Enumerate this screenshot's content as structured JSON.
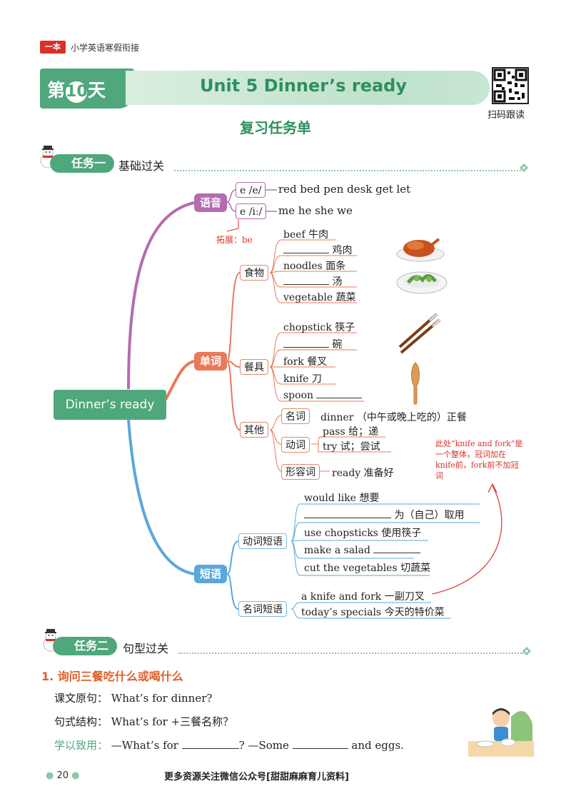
{
  "header": {
    "brand": "一本",
    "subtitle": "小学英语寒假衔接",
    "day_prefix": "第",
    "day_number": "10",
    "day_suffix": "天",
    "unit_title": "Unit 5 Dinner’s ready",
    "qr_caption": "扫码跟读"
  },
  "section_title": "复习任务单",
  "task1": {
    "label": "任务一",
    "title": "基础过关"
  },
  "mindmap": {
    "center": "Dinner’s ready",
    "phonics": {
      "label": "语音",
      "items": [
        {
          "sound": "e /e/",
          "words": "red  bed  pen  desk  get  let"
        },
        {
          "sound": "e /iː/",
          "words": "me  he  she  we"
        }
      ],
      "extension": "拓展：be"
    },
    "words": {
      "label": "单词",
      "food": {
        "label": "食物",
        "items": [
          "beef 牛肉",
          "鸡肉",
          "noodles 面条",
          "汤",
          "vegetable 蔬菜"
        ]
      },
      "tableware": {
        "label": "餐具",
        "items": [
          "chopstick 筷子",
          "碗",
          "fork 餐叉",
          "knife 刀",
          "spoon"
        ]
      },
      "other": {
        "label": "其他",
        "noun_label": "名词",
        "noun": "dinner （中午或晚上吃的）正餐",
        "verb_label": "动词",
        "verbs": [
          "pass 给；递",
          "try 试；尝试"
        ],
        "adj_label": "形容词",
        "adj": "ready 准备好"
      }
    },
    "phrases": {
      "label": "短语",
      "verb_label": "动词短语",
      "verb_items": [
        "would like 想要",
        "为（自己）取用",
        "use chopsticks 使用筷子",
        "make a salad",
        "cut the vegetables 切蔬菜"
      ],
      "noun_label": "名词短语",
      "noun_items": [
        "a knife and fork 一副刀叉",
        "today’s specials 今天的特价菜"
      ]
    },
    "note": "此处“knife and fork”是一个整体，冠词加在knife前，fork前不加冠词"
  },
  "task2": {
    "label": "任务二",
    "title": "句型过关"
  },
  "sentences": {
    "heading": "1. 询问三餐吃什么或喝什么",
    "original_label": "课文原句：",
    "original": "What’s for dinner?",
    "structure_label": "句式结构：",
    "structure": "What’s for +三餐名称？",
    "apply_label": "学以致用：",
    "apply_a": "—What’s for",
    "apply_b": "? —Some",
    "apply_c": "and eggs."
  },
  "footer": {
    "page": "20",
    "text": "更多资源关注微信公众号[甜甜麻麻育儿资料]"
  },
  "colors": {
    "green": "#4fa77c",
    "phonics": "#b46bb0",
    "words": "#e8795a",
    "phrases": "#5aa7dc",
    "red": "#d9302a"
  }
}
